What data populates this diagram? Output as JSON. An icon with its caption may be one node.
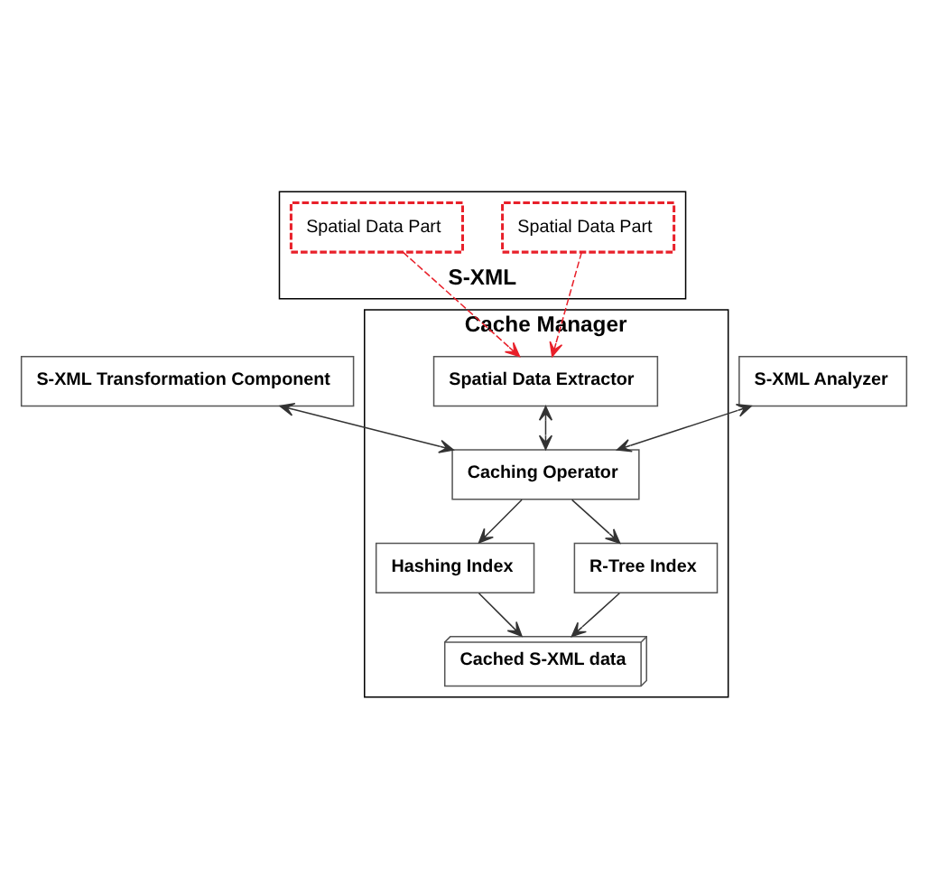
{
  "diagram": {
    "nodes": [
      {
        "text": [
          "S-XML Transformation Component"
        ]
      },
      {
        "text": [
          "S-XML Analyzer"
        ]
      },
      {
        "text": [
          "S-XML"
        ]
      },
      {
        "text": [
          "Spatial Data Part"
        ],
        "in": 2
      },
      {
        "text": [
          "Spatial Data Part"
        ],
        "in": 2
      },
      {
        "text": [
          "Cache Manager"
        ]
      },
      {
        "text": [
          "Spatial Data Extractor"
        ],
        "in": 5
      },
      {
        "text": [
          "Caching Operator"
        ],
        "in": 5
      },
      {
        "text": [
          "Hashing Index"
        ],
        "in": 5
      },
      {
        "text": [
          "R-Tree Index"
        ],
        "in": 5
      },
      {
        "text": [
          "Cached S-XML data"
        ],
        "in": 5
      }
    ],
    "edges": [
      {
        "from": 3,
        "to": 6,
        "arrow": "to",
        "style": "dashed",
        "color": "#e8202a"
      },
      {
        "from": 4,
        "to": 6,
        "arrow": "to",
        "style": "dashed",
        "color": "#e8202a"
      },
      {
        "from": 6,
        "to": 7,
        "arrow": "both"
      },
      {
        "from": 1,
        "to": 7,
        "arrow": "both"
      },
      {
        "from": 0,
        "to": 7,
        "arrow": "both"
      },
      {
        "from": 7,
        "to": 8,
        "arrow": "to"
      },
      {
        "from": 7,
        "to": 9,
        "arrow": "to"
      },
      {
        "from": 8,
        "to": 10,
        "arrow": "to"
      },
      {
        "from": 9,
        "to": 10,
        "arrow": "to"
      }
    ]
  }
}
